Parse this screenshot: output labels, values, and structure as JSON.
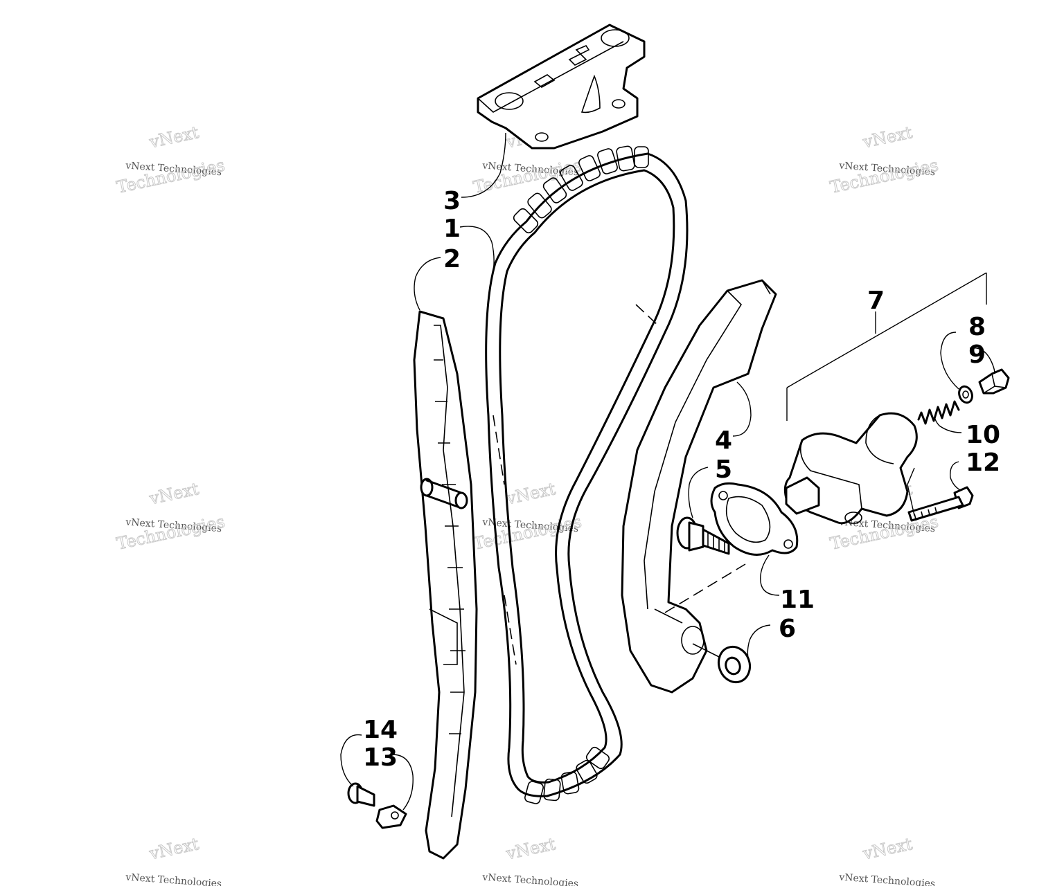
{
  "callouts": {
    "c1": "1",
    "c2": "2",
    "c3": "3",
    "c4": "4",
    "c5": "5",
    "c6": "6",
    "c7": "7",
    "c8": "8",
    "c9": "9",
    "c10": "10",
    "c11": "11",
    "c12": "12",
    "c13": "13",
    "c14": "14"
  },
  "watermark": {
    "line1": "vNext",
    "line2": "vNext Technologies",
    "line3": "Technologies"
  }
}
